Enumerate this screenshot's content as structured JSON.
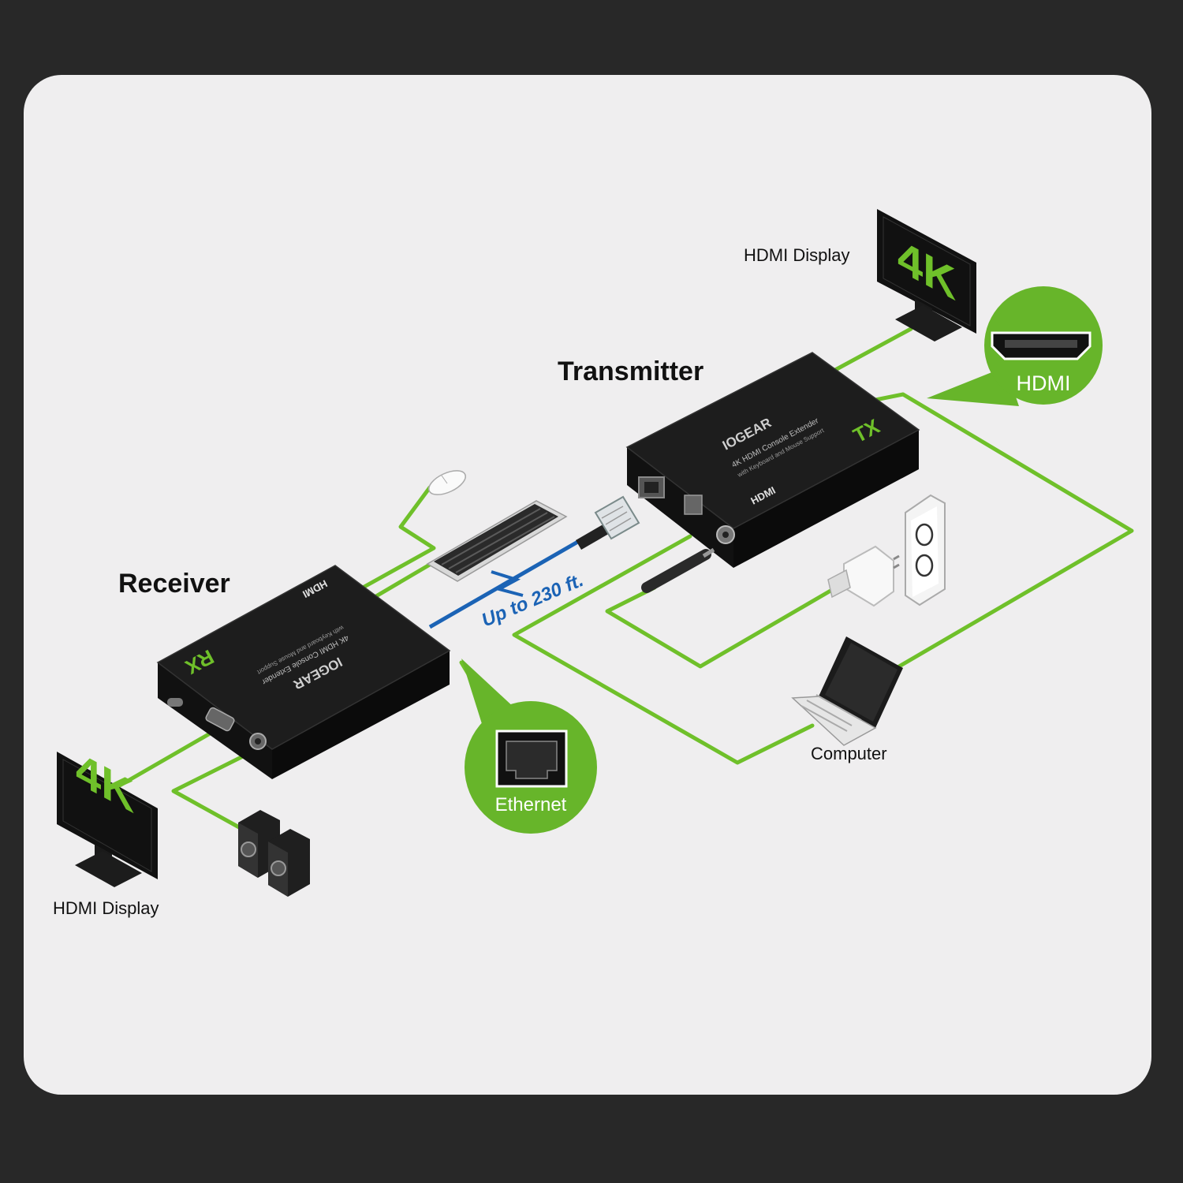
{
  "labels": {
    "transmitter": "Transmitter",
    "receiver": "Receiver",
    "tx_display": "HDMI Display",
    "rx_display": "HDMI Display",
    "computer": "Computer",
    "distance": "Up to 230 ft."
  },
  "badges": {
    "hdmi": "HDMI",
    "ethernet": "Ethernet"
  },
  "device_marks": {
    "tx_code": "TX",
    "rx_code": "RX",
    "brand": "IOGEAR",
    "model_line": "4K HDMI Console Extender",
    "model_sub": "with Keyboard and Mouse Support",
    "port_hdmi": "HDMI"
  },
  "displays": {
    "resolution": "4K"
  },
  "colors": {
    "accent_green": "#6fc02a",
    "badge_green": "#67b52a",
    "ethernet_blue": "#1b63b5",
    "device_black": "#151515",
    "background_card": "#efeeef",
    "frame": "#282828"
  }
}
